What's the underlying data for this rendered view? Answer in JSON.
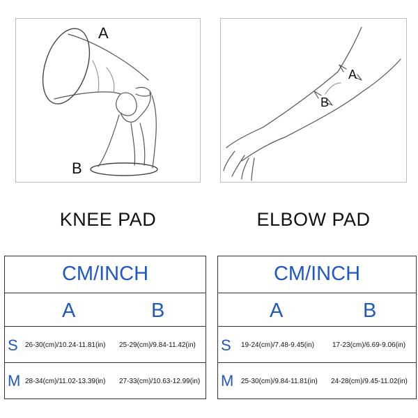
{
  "knee": {
    "label_a": "A",
    "label_b": "B",
    "caption": "KNEE PAD",
    "table": {
      "header": "CM/INCH",
      "col_a": "A",
      "col_b": "B",
      "rows": [
        {
          "size": "S",
          "a": "26-30(cm)/10.24-11.81(in)",
          "b": "25-29(cm)/9.84-11.42(in)"
        },
        {
          "size": "M",
          "a": "28-34(cm)/11.02-13.39(in)",
          "b": "27-33(cm)/10.63-12.99(in)"
        }
      ]
    }
  },
  "elbow": {
    "label_a": "A",
    "label_b": "B",
    "caption": "ELBOW PAD",
    "table": {
      "header": "CM/INCH",
      "col_a": "A",
      "col_b": "B",
      "rows": [
        {
          "size": "S",
          "a": "19-24(cm)/7.48-9.45(in)",
          "b": "17-23(cm)/6.69-9.06(in)"
        },
        {
          "size": "M",
          "a": "25-30(cm)/9.84-11.81(in)",
          "b": "24-28(cm)/9.45-11.02(in)"
        }
      ]
    }
  },
  "colors": {
    "accent_blue": "#1f57c3",
    "line": "#333333"
  }
}
